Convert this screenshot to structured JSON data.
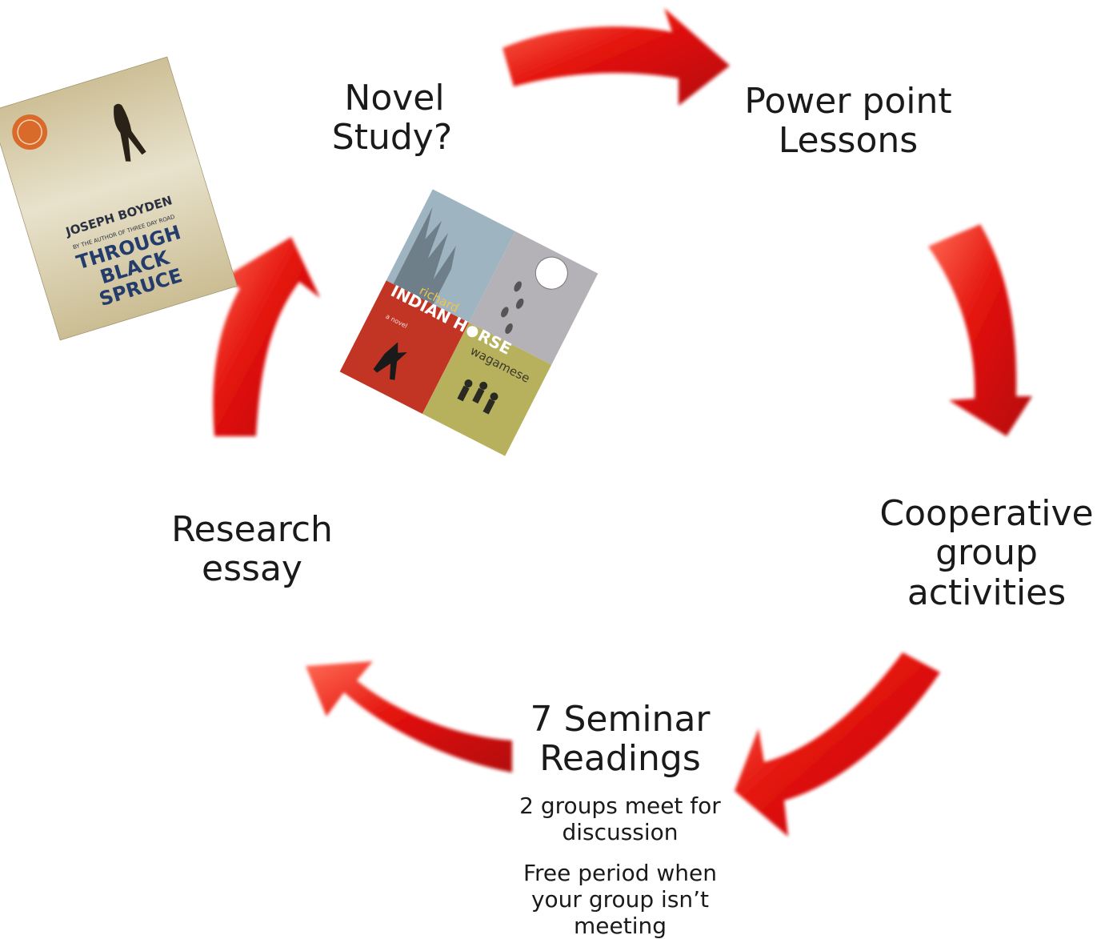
{
  "stages": {
    "novel_study": [
      "Novel",
      "Study?"
    ],
    "powerpoint": [
      "Power point",
      "Lessons"
    ],
    "cooperative": [
      "Cooperative",
      "group",
      "activities"
    ],
    "seminar": [
      "7 Seminar",
      "Readings"
    ],
    "seminar_note_1": "2 groups meet for discussion",
    "seminar_note_2": "Free period when your group isn’t meeting",
    "research": [
      "Research",
      "essay"
    ]
  },
  "books": {
    "through_black_spruce": {
      "author": "JOSEPH BOYDEN",
      "tagline": "BY THE AUTHOR OF THREE DAY ROAD",
      "title_lines": [
        "THROUGH",
        "BLACK",
        "SPRUCE"
      ]
    },
    "indian_horse": {
      "author_first": "richard",
      "author_last": "wagamese",
      "title_part_1": "INDIAN H",
      "title_part_2": "RSE",
      "subtitle": "a novel"
    }
  },
  "colors": {
    "arrow": "#e3120b",
    "arrow_dark": "#9e0a06",
    "text": "#1a1a1a"
  }
}
